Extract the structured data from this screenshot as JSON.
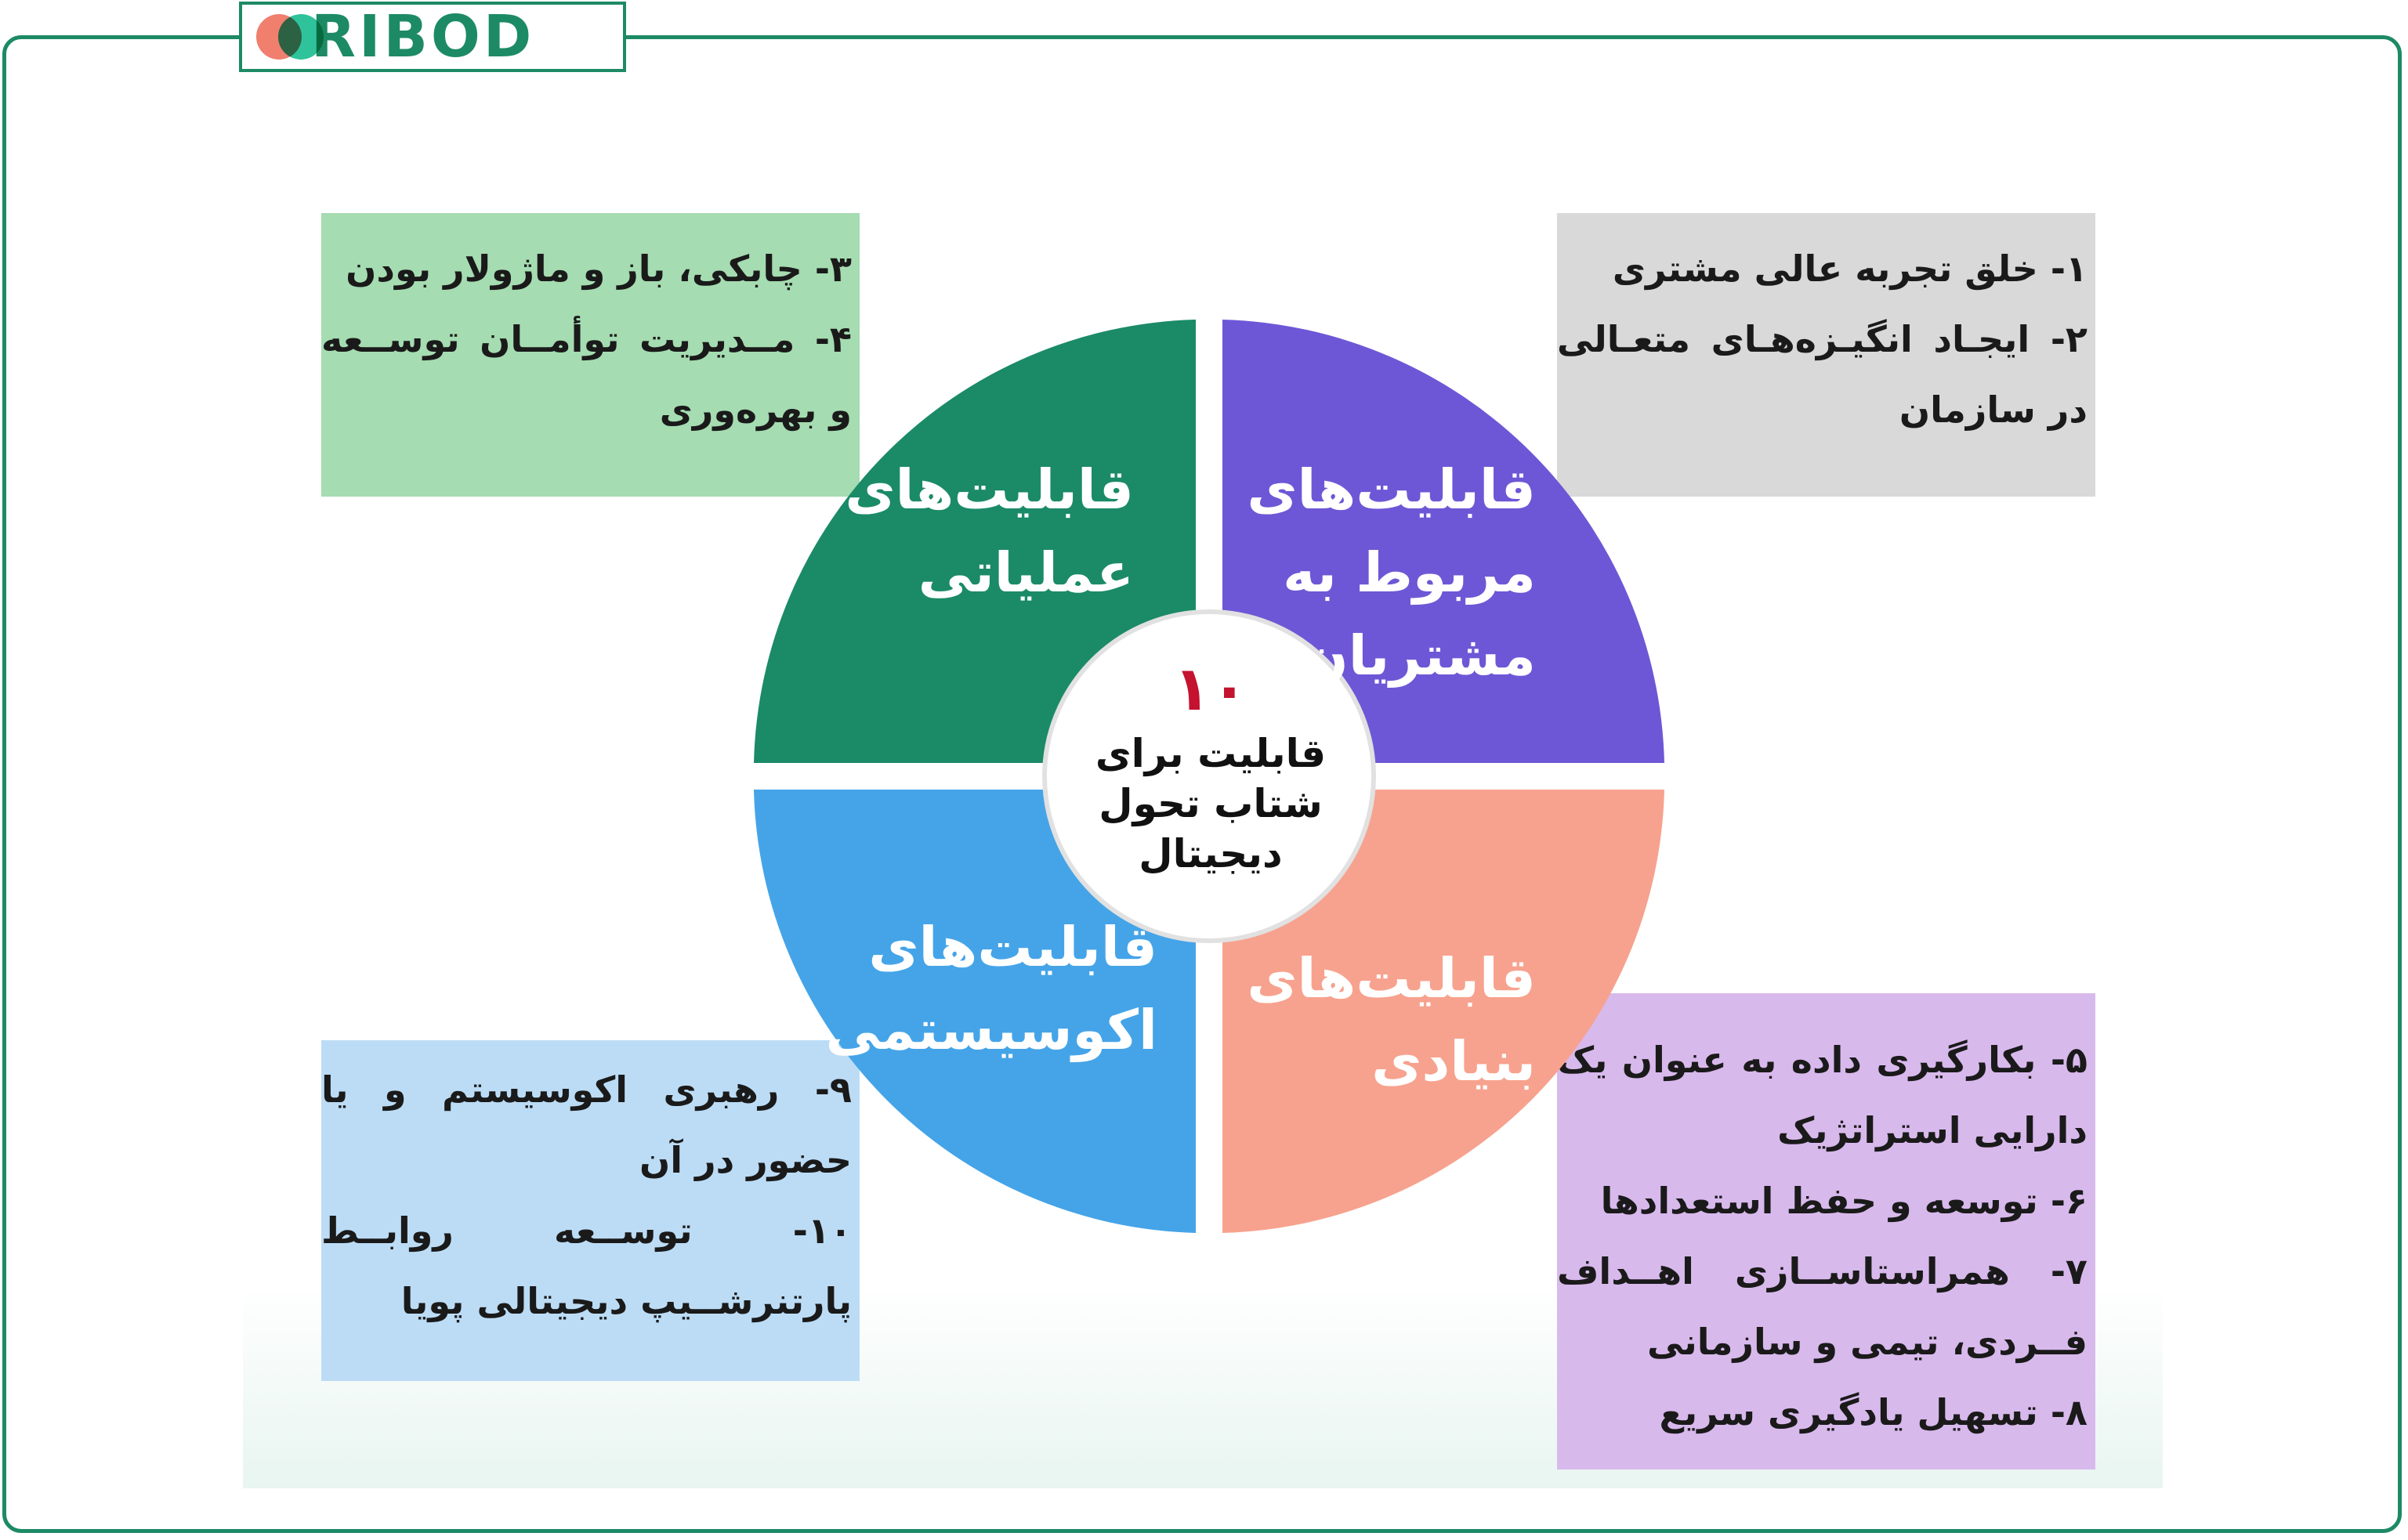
{
  "logo": {
    "text": "RIBOD"
  },
  "center": {
    "number": "۱۰",
    "lines": [
      "قابلیت برای",
      "شتاب تحول",
      "دیجیتال"
    ]
  },
  "quadrants": {
    "customer": {
      "lines": [
        "قابلیت‌های",
        "مربوط به",
        "مشتریان"
      ],
      "color": "#6e57d6"
    },
    "operational": {
      "lines": [
        "قابلیت‌های",
        "عملیاتی"
      ],
      "color": "#1b8a67"
    },
    "ecosystem": {
      "lines": [
        "قابلیت‌های",
        "اکوسیستمی"
      ],
      "color": "#45a4e8"
    },
    "foundational": {
      "lines": [
        "قابلیت‌های",
        "بنیادی"
      ],
      "color": "#f7a28e"
    }
  },
  "boxes": {
    "customer": {
      "items": [
        "۱- خلق تجربه عالی مشتری",
        "۲- ایجـاد انگیـزه‌هـای متعـالی در سازمان"
      ],
      "color": "#d9d9d9"
    },
    "operational": {
      "items": [
        "۳- چابکی، باز و ماژولار بودن",
        "۴- مــدیریت توأمــان توســعه و بهره‌وری"
      ],
      "color": "#a5dcb1"
    },
    "ecosystem": {
      "items": [
        "۹- رهبری اکوسیستم و یا حضور در آن",
        "۱۰- توســعه روابــط پارتنرشــیپ دیجیتالی پویا"
      ],
      "color": "#bcdcf5"
    },
    "foundational": {
      "items": [
        "۵- بکارگیری داده به عنوان یک دارایی استراتژیک",
        "۶- توسعه و حفظ استعدادها",
        "۷- همراستاســازی اهــداف فــردی، تیمی و سازمانی",
        "۸- تسهیل یادگیری سریع"
      ],
      "color": "#d8b9ec"
    }
  },
  "colors": {
    "frame": "#1d8a66",
    "center_number": "#c4122f"
  }
}
